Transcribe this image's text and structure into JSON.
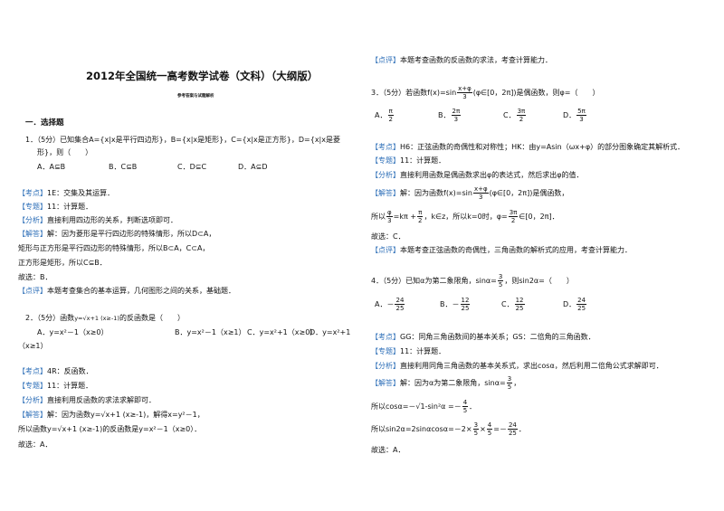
{
  "doc": {
    "title": "2012年全国统一高考数学试卷（文科）（大纲版）",
    "subtitle": "参考答案与试题解析",
    "section": "一．选择题"
  },
  "q1": {
    "stem1": "1．（5分）已知集合A={x|x是平行四边形}，B={x|x是矩形}，C={x|x是正方形}，D={x|x是菱",
    "stem2": "形}，则（　　）",
    "opts": [
      "A．A⊆B",
      "B．C⊆B",
      "C．D⊆C",
      "D．A⊆D"
    ],
    "kd_tag": "【考点】",
    "kd": "1E：交集及其运算．",
    "zt_tag": "【专题】",
    "zt": "11：计算题．",
    "fx_tag": "【分析】",
    "fx": "直接利用四边形的关系，判断选项即可．",
    "jd_tag": "【解答】",
    "jd1": "解：因为菱形是平行四边形的特殊情形，所以D⊂A，",
    "jd2": "矩形与正方形是平行四边形的特殊情形，所以B⊂A，C⊂A，",
    "jd3": "正方形是矩形，所以C⊆B．",
    "ans": "故选：B．",
    "dp_tag": "【点评】",
    "dp": "本题考查集合的基本运算，几何图形之间的关系，基础题．"
  },
  "q2": {
    "stem_a": "2．（5分）函数",
    "stem_fn": "y=√x+1 (x≥-1)",
    "stem_b": "的反函数是（　　）",
    "opts": [
      "A．y=x²－1（x≥0）",
      "B．y=x²－1（x≥1）",
      "C．y=x²+1（x≥0）",
      "D．y=x²+1"
    ],
    "opt_d_cont": "（x≥1）",
    "kd_tag": "【考点】",
    "kd": "4R：反函数．",
    "zt_tag": "【专题】",
    "zt": "11：计算题．",
    "fx_tag": "【分析】",
    "fx": "直接利用反函数的求法求解即可．",
    "jd_tag": "【解答】",
    "jd1": "解：因为函数y=√x+1 (x≥-1)，解得x=y²－1，",
    "jd2": "所以函数y=√x+1 (x≥-1)的反函数是y=x²－1（x≥0）．",
    "ans": "故选：A．"
  },
  "q2r": {
    "dp_tag": "【点评】",
    "dp": "本题考查函数的反函数的求法，考查计算能力．"
  },
  "q3": {
    "stem_a": "3．（5分）若函数f(x)=sin",
    "frac_n": "x+φ",
    "frac_d": "3",
    "stem_b": "(φ∈[0，2π])是偶函数，则φ=（　　）",
    "opts": [
      {
        "p": "A．",
        "n": "π",
        "d": "2"
      },
      {
        "p": "B．",
        "n": "2π",
        "d": "3"
      },
      {
        "p": "C．",
        "n": "3π",
        "d": "2"
      },
      {
        "p": "D．",
        "n": "5π",
        "d": "3"
      }
    ],
    "kd_tag": "【考点】",
    "kd": "H6：正弦函数的奇偶性和对称性；HK：由y=Asin（ωx+φ）的部分图象确定其解析式．",
    "zt_tag": "【专题】",
    "zt": "11：计算题．",
    "fx_tag": "【分析】",
    "fx": "直接利用函数是偶函数求出φ的表达式，然后求出φ的值．",
    "jd_tag": "【解答】",
    "jd1_a": "解：因为函数f(x)=sin",
    "jd1_b": "(φ∈[0，2π])是偶函数，",
    "jd2_a": "所以",
    "jd2_fn": "φ",
    "jd2_fd": "3",
    "jd2_b": "=kπ +",
    "jd2_pn": "π",
    "jd2_pd": "2",
    "jd2_c": "，k∈z，所以k=0时，φ=",
    "jd2_rn": "3π",
    "jd2_rd": "2",
    "jd2_d": "∈[0，2π]．",
    "ans": "故选：C．",
    "dp_tag": "【点评】",
    "dp": "本题考查正弦函数的奇偶性，三角函数的解析式的应用，考查计算能力．"
  },
  "q4": {
    "stem_a": "4．（5分）已知α为第二象限角，sinα=",
    "stem_n": "3",
    "stem_d": "5",
    "stem_b": "，则sin2α=（　　）",
    "opts": [
      {
        "p": "A．－",
        "n": "24",
        "d": "25"
      },
      {
        "p": "B．－",
        "n": "12",
        "d": "25"
      },
      {
        "p": "C．",
        "n": "12",
        "d": "25"
      },
      {
        "p": "D．",
        "n": "24",
        "d": "25"
      }
    ],
    "kd_tag": "【考点】",
    "kd": "GG：同角三角函数间的基本关系；GS：二倍角的三角函数．",
    "zt_tag": "【专题】",
    "zt": "11：计算题．",
    "fx_tag": "【分析】",
    "fx": "直接利用同角三角函数的基本关系式，求出cosα，然后利用二倍角公式求解即可．",
    "jd_tag": "【解答】",
    "jd1_a": "解：因为α为第二象限角，sinα=",
    "jd1_n": "3",
    "jd1_d": "5",
    "jd1_b": "，",
    "jd2_a": "所以cosα=－√1-sin²α =－",
    "jd2_n": "4",
    "jd2_d": "5",
    "jd2_b": "．",
    "jd3_a": "所以sin2α=2sinαcosα=－2×",
    "jd3_n1": "3",
    "jd3_d1": "5",
    "jd3_b": "×",
    "jd3_n2": "4",
    "jd3_d2": "5",
    "jd3_c": "=－",
    "jd3_n3": "24",
    "jd3_d3": "25",
    "jd3_e": "．",
    "ans": "故选：A．"
  },
  "colors": {
    "tag": "#2e6fb8",
    "text": "#111111"
  }
}
